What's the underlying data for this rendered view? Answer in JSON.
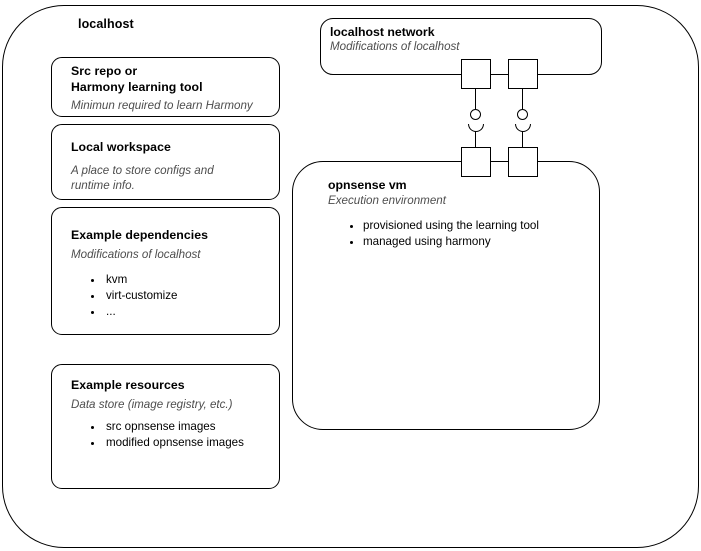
{
  "diagram": {
    "host": {
      "title": "localhost",
      "shape": "rounded-container"
    },
    "cards": [
      {
        "name": "src-repo-card",
        "title": "Src repo or\nHarmony learning tool",
        "subtitle": "Minimun required to learn Harmony",
        "items": []
      },
      {
        "name": "local-workspace-card",
        "title": "Local workspace",
        "subtitle": "A place to store configs and\nruntime info.",
        "items": []
      },
      {
        "name": "example-dependencies-card",
        "title": "Example dependencies",
        "subtitle": "Modifications of localhost",
        "items": [
          "kvm",
          "virt-customize",
          "..."
        ]
      },
      {
        "name": "example-resources-card",
        "title": "Example resources",
        "subtitle": "Data store (image registry, etc.)",
        "items": [
          "src opnsense images",
          "modified opnsense images"
        ]
      }
    ],
    "network": {
      "title": "localhost network",
      "subtitle": "Modifications of localhost"
    },
    "vm": {
      "title": "opnsense vm",
      "subtitle": "Execution environment",
      "items": [
        "provisioned using the learning tool",
        "managed using harmony"
      ]
    },
    "connectors": [
      {
        "name": "assembly-connector-left",
        "type": "ball-and-socket"
      },
      {
        "name": "assembly-connector-right",
        "type": "ball-and-socket"
      }
    ],
    "colors": {
      "stroke": "#000000",
      "text": "#000000",
      "subtitle": "#4d4d4d",
      "background": "#ffffff"
    }
  }
}
